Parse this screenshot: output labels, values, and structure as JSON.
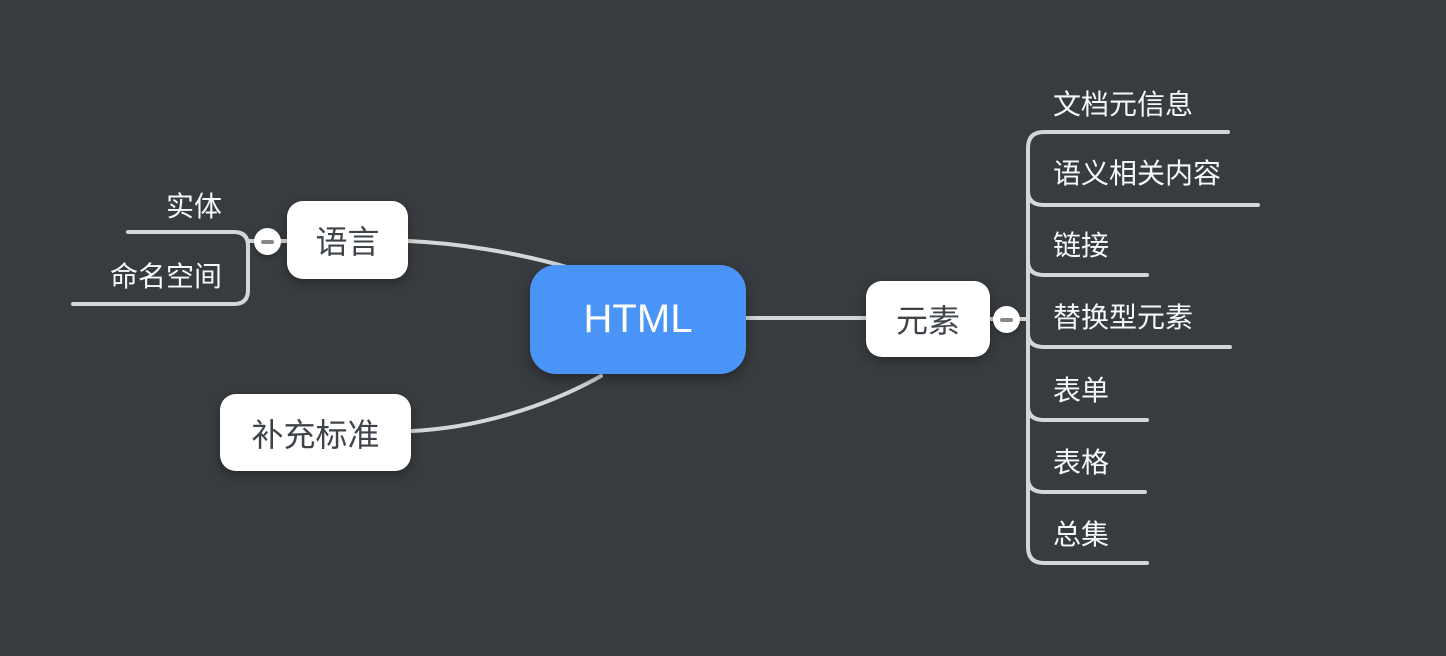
{
  "app": {
    "background_color": "#383b3f",
    "line_color": "#d4d6d8",
    "root_color": "#4a94f8",
    "topic_text_color": "#3e4349",
    "leaf_text_color": "#f7f8f9"
  },
  "icons": {
    "collapse": "minus-icon"
  },
  "mindmap": {
    "root": {
      "label": "HTML"
    },
    "left_branches": [
      {
        "label": "语言",
        "children": [
          {
            "label": "实体"
          },
          {
            "label": "命名空间"
          }
        ]
      },
      {
        "label": "补充标准",
        "children": []
      }
    ],
    "right_branches": [
      {
        "label": "元素",
        "children": [
          {
            "label": "文档元信息"
          },
          {
            "label": "语义相关内容"
          },
          {
            "label": "链接"
          },
          {
            "label": "替换型元素"
          },
          {
            "label": "表单"
          },
          {
            "label": "表格"
          },
          {
            "label": "总集"
          }
        ]
      }
    ]
  }
}
